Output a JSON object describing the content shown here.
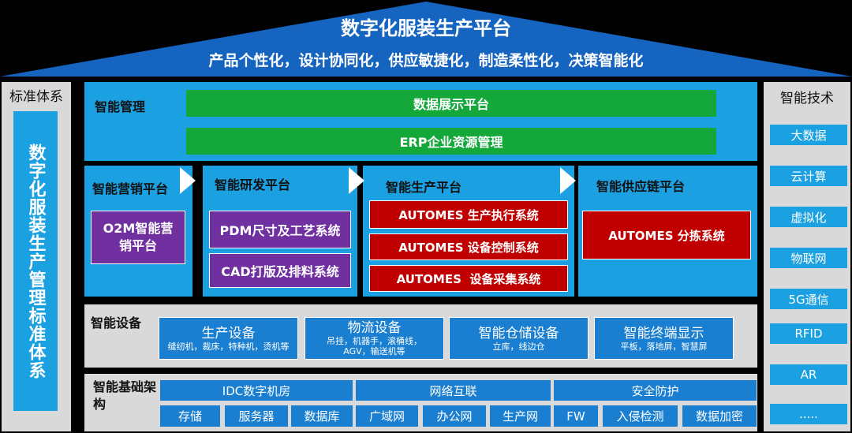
{
  "header": {
    "title": "数字化服装生产平台",
    "subtitle": "产品个性化，设计协同化，供应敏捷化，制造柔性化，决策智能化"
  },
  "left_column": {
    "heading": "标准体系",
    "body": "数字化服装生产管理标准体系"
  },
  "right_column": {
    "heading": "智能技术",
    "items": [
      "大数据",
      "云计算",
      "虚拟化",
      "物联网",
      "5G通信",
      "RFID",
      "AR",
      "....."
    ]
  },
  "management": {
    "title": "智能管理",
    "bars": [
      "数据展示平台",
      "ERP企业资源管理"
    ]
  },
  "platforms": {
    "marketing": {
      "title": "智能营销平台",
      "boxes": [
        "O2M智能营销平台"
      ]
    },
    "rnd": {
      "title": "智能研发平台",
      "boxes": [
        "PDM尺寸及工艺系统",
        "CAD打版及排料系统"
      ]
    },
    "production": {
      "title": "智能生产平台",
      "boxes": [
        "AUTOMES 生产执行系统",
        "AUTOMES 设备控制系统",
        "AUTOMES  设备采集系统"
      ]
    },
    "supply": {
      "title": "智能供应链平台",
      "boxes": [
        "AUTOMES 分拣系统"
      ]
    }
  },
  "equipment": {
    "title": "智能设备",
    "items": [
      {
        "title": "生产设备",
        "desc": "缝纫机，裁床，特种机，烫机等"
      },
      {
        "title": "物流设备",
        "desc": "吊挂，机器手，滚桶线，AGV，输送机等"
      },
      {
        "title": "智能仓储设备",
        "desc": "立库，线边仓"
      },
      {
        "title": "智能终端显示",
        "desc": "平板，落地屏，智慧屏"
      }
    ]
  },
  "infrastructure": {
    "title": "智能基础架构",
    "groups": [
      {
        "name": "IDC数字机房",
        "items": [
          "存储",
          "服务器",
          "数据库"
        ]
      },
      {
        "name": "网络互联",
        "items": [
          "广域网",
          "办公网",
          "生产网"
        ]
      },
      {
        "name": "安全防护",
        "items": [
          "FW",
          "入侵检测",
          "数据加密"
        ]
      }
    ]
  },
  "colors": {
    "background": "#000000",
    "roof": "#1565c0",
    "panel_blue": "#1ba1e2",
    "panel_grey": "#d9d9d9",
    "green": "#14a83b",
    "purple": "#7030a0",
    "red": "#c00000",
    "tile_blue": "#1a7fd1"
  }
}
